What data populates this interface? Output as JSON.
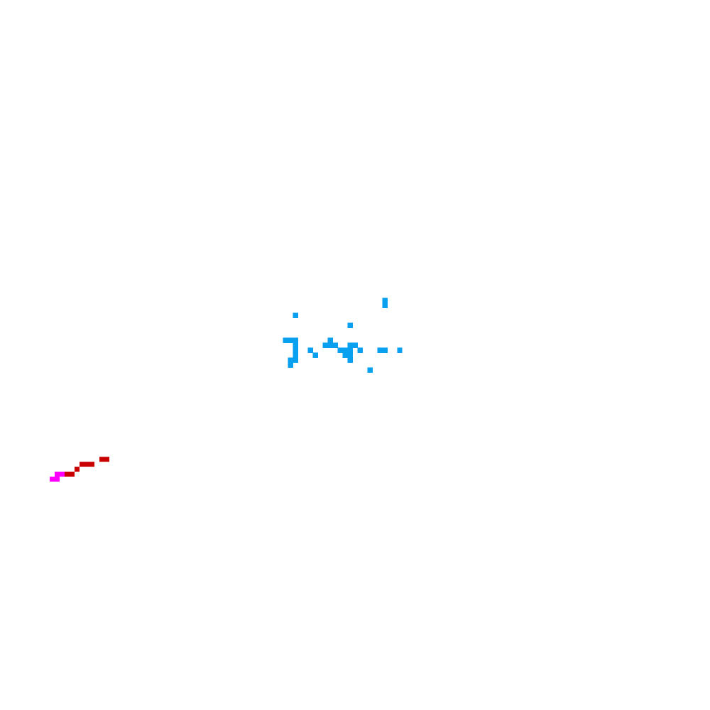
{
  "board": {
    "background": "#ffffff",
    "grid_cols": 143,
    "grid_rows": 143
  },
  "food": {
    "color": "#0aa0f0",
    "cells": [
      [
        77,
        60
      ],
      [
        77,
        61
      ],
      [
        59,
        63
      ],
      [
        70,
        65
      ],
      [
        57,
        68
      ],
      [
        58,
        68
      ],
      [
        59,
        68
      ],
      [
        59,
        69
      ],
      [
        59,
        70
      ],
      [
        59,
        71
      ],
      [
        59,
        72
      ],
      [
        58,
        72
      ],
      [
        58,
        73
      ],
      [
        62,
        70
      ],
      [
        63,
        71
      ],
      [
        66,
        68
      ],
      [
        65,
        69
      ],
      [
        66,
        69
      ],
      [
        67,
        69
      ],
      [
        68,
        70
      ],
      [
        69,
        70
      ],
      [
        70,
        69
      ],
      [
        71,
        69
      ],
      [
        70,
        70
      ],
      [
        70,
        71
      ],
      [
        70,
        72
      ],
      [
        69,
        71
      ],
      [
        72,
        70
      ],
      [
        76,
        70
      ],
      [
        77,
        70
      ],
      [
        80,
        70
      ],
      [
        74,
        74
      ]
    ]
  },
  "snakes": [
    {
      "color": "#c80000",
      "cells": [
        [
          20,
          92
        ],
        [
          21,
          92
        ],
        [
          16,
          93
        ],
        [
          17,
          93
        ],
        [
          18,
          93
        ],
        [
          15,
          94
        ],
        [
          13,
          95
        ],
        [
          14,
          95
        ]
      ]
    },
    {
      "color": "#ff00ff",
      "cells": [
        [
          11,
          95
        ],
        [
          12,
          95
        ],
        [
          10,
          96
        ],
        [
          11,
          96
        ]
      ]
    }
  ]
}
